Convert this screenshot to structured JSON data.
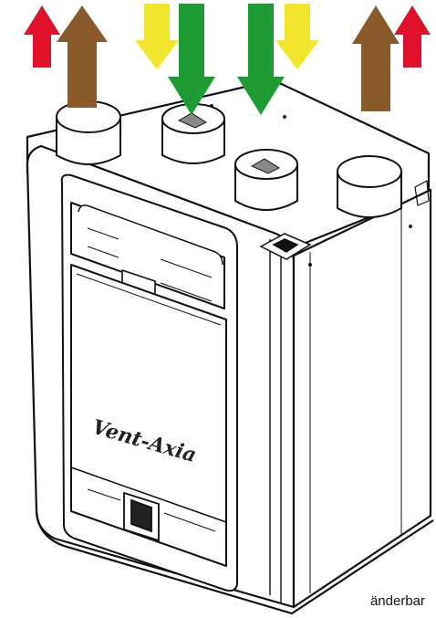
{
  "brand": {
    "logo_text": "Vent-Axia"
  },
  "caption": {
    "text": "änderbar"
  },
  "arrows": [
    {
      "id": "red-up-left",
      "direction": "up",
      "color": "#e2112b"
    },
    {
      "id": "brown-up-left",
      "direction": "up",
      "color": "#8a5a2b"
    },
    {
      "id": "yellow-down-left",
      "direction": "down",
      "color": "#f2e52d"
    },
    {
      "id": "green-down-left",
      "direction": "down",
      "color": "#1f9b34"
    },
    {
      "id": "green-down-right",
      "direction": "down",
      "color": "#1f9b34"
    },
    {
      "id": "yellow-down-right",
      "direction": "down",
      "color": "#f2e52d"
    },
    {
      "id": "brown-up-right",
      "direction": "up",
      "color": "#8a5a2b"
    },
    {
      "id": "red-up-right",
      "direction": "up",
      "color": "#e2112b"
    }
  ],
  "icons": [
    "filter-symbol-icon",
    "control-panel-icon"
  ]
}
